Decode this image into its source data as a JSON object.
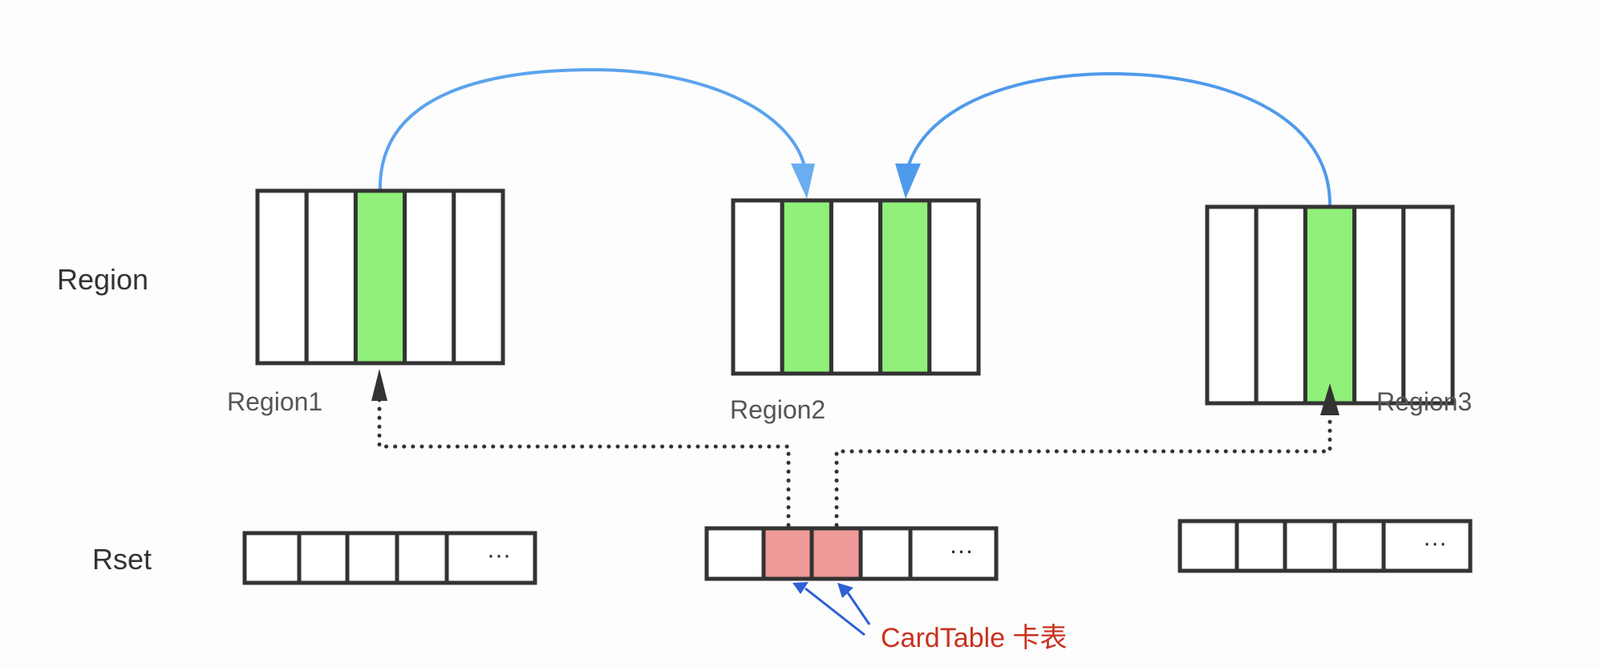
{
  "labels": {
    "region_row": "Region",
    "rset_row": "Rset",
    "cardtable": "CardTable 卡表"
  },
  "regions": [
    {
      "name": "Region1",
      "cells": 5,
      "highlighted": [
        2
      ]
    },
    {
      "name": "Region2",
      "cells": 5,
      "highlighted": [
        1,
        3
      ]
    },
    {
      "name": "Region3",
      "cells": 5,
      "highlighted": [
        2
      ]
    }
  ],
  "rsets": [
    {
      "cells": 5,
      "ellipsis": "···",
      "highlighted": []
    },
    {
      "cells": 5,
      "ellipsis": "···",
      "highlighted": [
        1,
        2
      ]
    },
    {
      "cells": 5,
      "ellipsis": "···",
      "highlighted": []
    }
  ],
  "references": [
    {
      "from": "Region1",
      "to": "Region2"
    },
    {
      "from": "Region3",
      "to": "Region2"
    }
  ],
  "colors": {
    "card_green": "#90f07a",
    "card_red": "#ef9a99",
    "arc_blue": "#5ba3ee",
    "pointer_blue": "#2f5fd6",
    "cardtable_red": "#c9321f",
    "outline": "#333333",
    "label_gray": "#555555"
  }
}
